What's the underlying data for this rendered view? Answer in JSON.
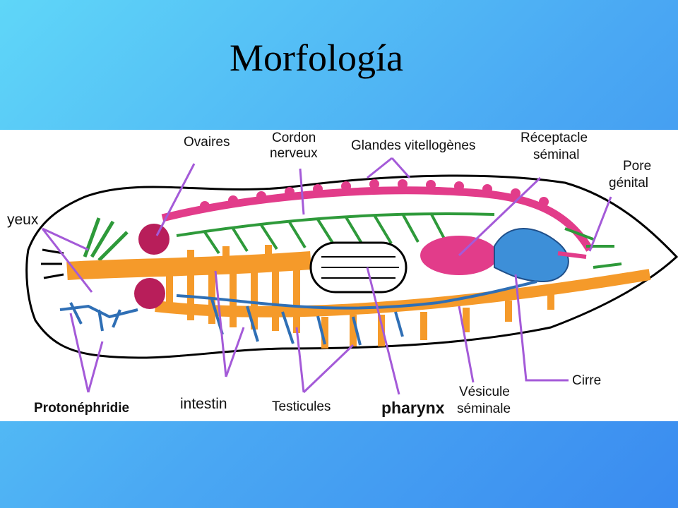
{
  "slide": {
    "title": "Morfología"
  },
  "diagram": {
    "labels": {
      "ovaires": "Ovaires",
      "cordon_line1": "Cordon",
      "cordon_line2": "nerveux",
      "glandes": "Glandes vitellogènes",
      "receptacle_line1": "Réceptacle",
      "receptacle_line2": "séminal",
      "pore_line1": "Pore",
      "pore_line2": "génital",
      "yeux": "yeux",
      "protonephridie": "Protonéphridie",
      "intestin": "intestin",
      "testicules": "Testicules",
      "pharynx": "pharynx",
      "vesicule_line1": "Vésicule",
      "vesicule_line2": "séminale",
      "cirre": "Cirre"
    },
    "colors": {
      "background_gradient_start": "#5fd6f8",
      "background_gradient_end": "#3a8bf0",
      "intestine": "#f59a2a",
      "vitellaria": "#e23c8a",
      "nerve_cord": "#2e9a3a",
      "protonephridia": "#2f6fb5",
      "ovaries": "#b81e5a",
      "leader_lines": "#a45ad8"
    }
  }
}
